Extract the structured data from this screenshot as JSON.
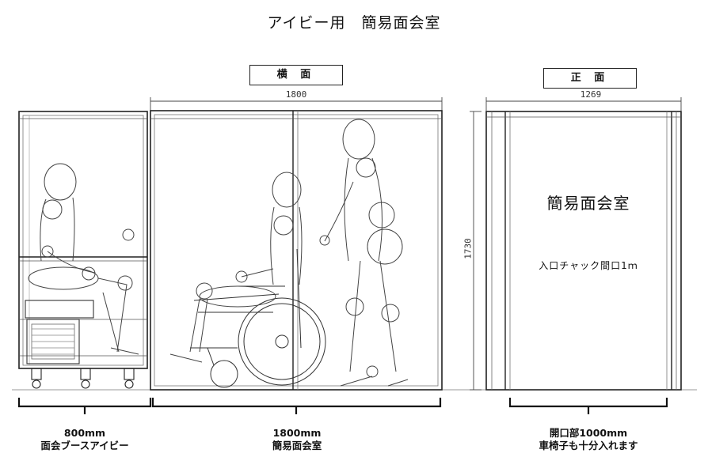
{
  "title": "アイビー用　簡易面会室",
  "views": {
    "side_label": "横 面",
    "front_label": "正 面"
  },
  "dimensions": {
    "side_width": "1800",
    "front_width": "1269",
    "height": "1730"
  },
  "front_panel": {
    "title": "簡易面会室",
    "note": "入口チャック間口1ｍ"
  },
  "captions": {
    "booth": {
      "size": "800mm",
      "name": "面会ブースアイビー"
    },
    "room": {
      "size": "1800mm",
      "name": "簡易面会室"
    },
    "front": {
      "size": "開口部1000mm",
      "note": "車椅子も十分入れます"
    }
  }
}
